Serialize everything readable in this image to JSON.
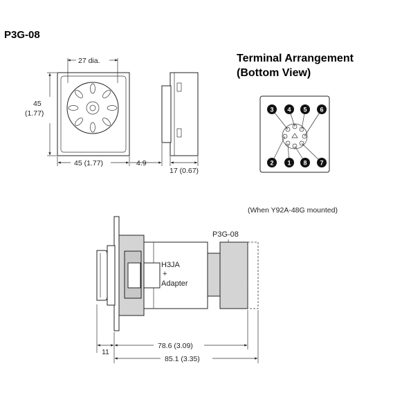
{
  "title": "P3G-08",
  "terminal": {
    "heading_line1": "Terminal Arrangement",
    "heading_line2": "(Bottom View)",
    "pins": [
      "3",
      "4",
      "5",
      "6",
      "2",
      "1",
      "8",
      "7"
    ]
  },
  "front_view": {
    "dia_label": "27 dia.",
    "height_label_1": "45",
    "height_label_2": "(1.77)",
    "width_label": "45 (1.77)",
    "gap_label": "4.9",
    "depth_label": "17 (0.67)"
  },
  "assembly": {
    "mounted_note": "(When Y92A-48G mounted)",
    "socket_label": "P3G-08",
    "device_line1": "H3JA",
    "device_line2": "+",
    "device_line3": "Adapter",
    "dim_front": "11",
    "dim_78": "78.6 (3.09)",
    "dim_85": "85.1 (3.35)"
  }
}
